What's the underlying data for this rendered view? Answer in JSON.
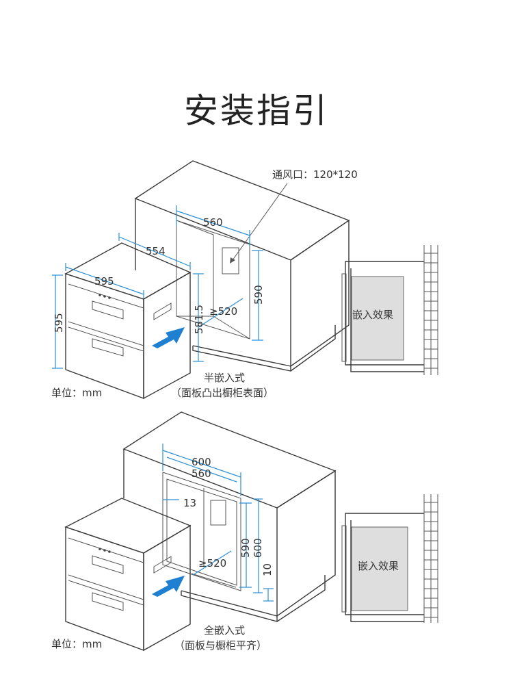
{
  "title": "安装指引",
  "colors": {
    "dimension_line": "#2a8fd6",
    "arrow": "#1f7fd0",
    "recess": "#dedede",
    "outline": "#3a3a3a"
  },
  "semi": {
    "vent_label": "通风口：120*120",
    "dim_cabinet_width": "560",
    "dim_cabinet_height": "590",
    "dim_cabinet_depth": "≥520",
    "dim_unit_depth": "554",
    "dim_unit_width": "595",
    "dim_unit_height": "595",
    "dim_unit_side": "581.5",
    "effect_label": "嵌入效果",
    "mode_label": "半嵌入式",
    "mode_note": "（面板凸出橱柜表面）",
    "unit_label": "单位：mm"
  },
  "full": {
    "dim_outer_width": "600",
    "dim_inner_width": "560",
    "dim_gap": "13",
    "dim_inner_height": "590",
    "dim_outer_height": "600",
    "dim_depth": "≥520",
    "dim_bottom": "10",
    "effect_label": "嵌入效果",
    "mode_label": "全嵌入式",
    "mode_note": "（面板与橱柜平齐）",
    "unit_label": "单位：mm"
  },
  "icons": [
    "insert-arrow-icon",
    "brick-wall-icon"
  ]
}
